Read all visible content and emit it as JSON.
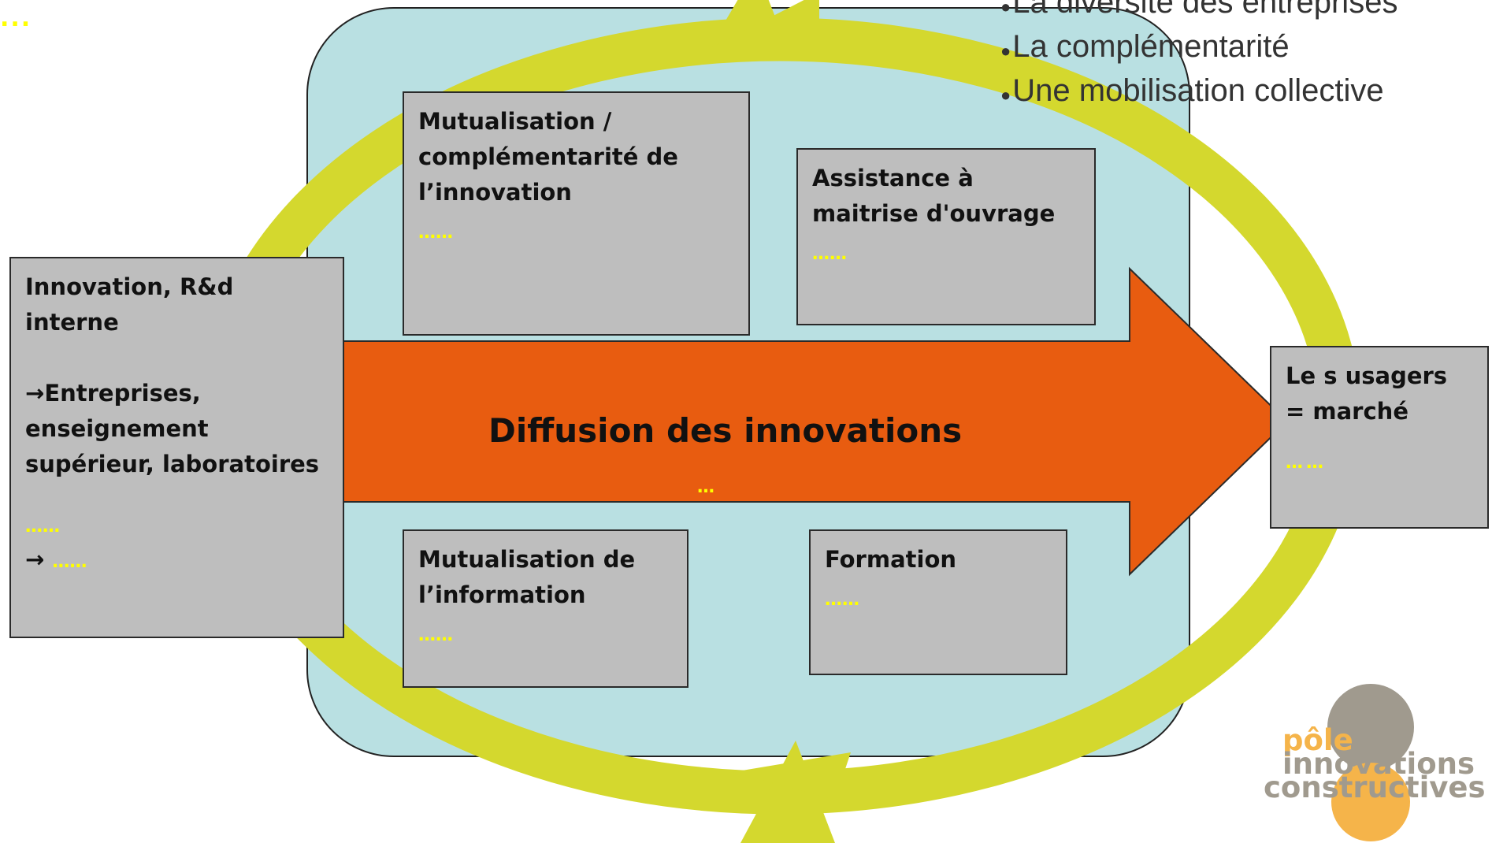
{
  "top_left_placeholder": "...",
  "bullets": [
    "La diversité des entreprises",
    "La complémentarité",
    "Une mobilisation collective"
  ],
  "boxes": {
    "innovation_interne": {
      "title": "Innovation, R&d interne",
      "arrow_text": "Entreprises, enseignement supérieur, laboratoires",
      "placeholder": "……",
      "arrow_placeholder": "……"
    },
    "mutualisation_innovation": {
      "title": "Mutualisation / complémentarité de l’innovation",
      "placeholder": "……"
    },
    "assistance": {
      "title": "Assistance  à maitrise d'ouvrage",
      "placeholder": "……"
    },
    "mutualisation_information": {
      "title": "Mutualisation de l’information",
      "placeholder": "……"
    },
    "formation": {
      "title": "Formation",
      "placeholder": "……"
    },
    "usagers": {
      "title": "Le s usagers = marché",
      "placeholder": "……"
    }
  },
  "main_arrow": {
    "label": "Diffusion des innovations",
    "placeholder": "…"
  },
  "logo": {
    "line1": "pôle",
    "line2": "innovations",
    "line3": "constructives"
  },
  "colors": {
    "cycle_ring": "#d4d82e",
    "central_panel": "#b9e0e2",
    "box_fill": "#bebebe",
    "main_arrow": "#e85c10",
    "placeholder_text": "#ffff00",
    "logo_orange": "#f5b44a",
    "logo_gray": "#a09a8e"
  }
}
